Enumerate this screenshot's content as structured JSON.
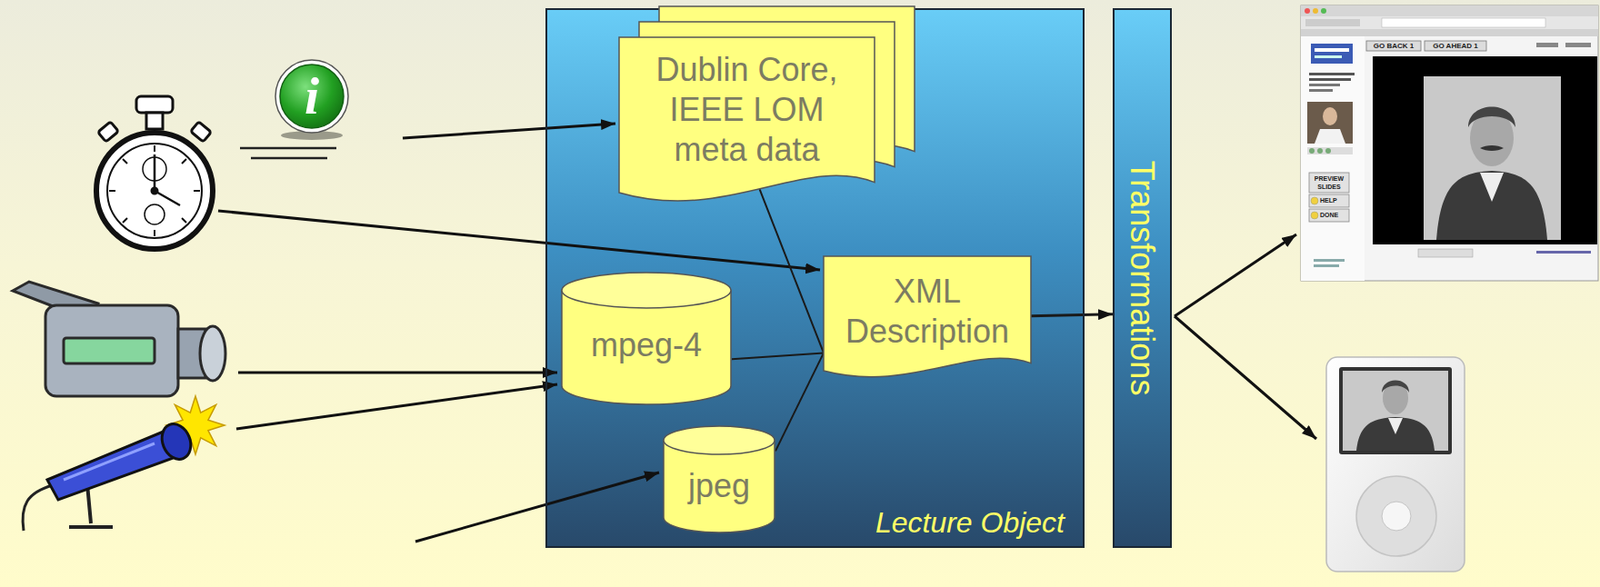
{
  "diagram": {
    "nodes": [
      {
        "text": [
          "Lecture Object"
        ]
      },
      {
        "text": [
          "Dublin Core, IEEE LOM meta data"
        ],
        "in": 0
      },
      {
        "text": [
          "mpeg-4"
        ],
        "in": 0
      },
      {
        "text": [
          "XML Description"
        ],
        "in": 0
      },
      {
        "text": [
          "jpeg"
        ],
        "in": 0
      },
      {
        "text": [
          "Transformations"
        ]
      }
    ],
    "edges": [
      {
        "from": 1,
        "to": 3,
        "arrow": "none"
      },
      {
        "from": 2,
        "to": 3,
        "arrow": "none"
      },
      {
        "from": 4,
        "to": 3,
        "arrow": "none"
      },
      {
        "from": 3,
        "to": 5,
        "arrow": "to"
      }
    ],
    "labels": [
      "i",
      "GO BACK 1",
      "GO AHEAD 1",
      "PREVIEW SLIDES",
      "HELP",
      "DONE"
    ]
  }
}
